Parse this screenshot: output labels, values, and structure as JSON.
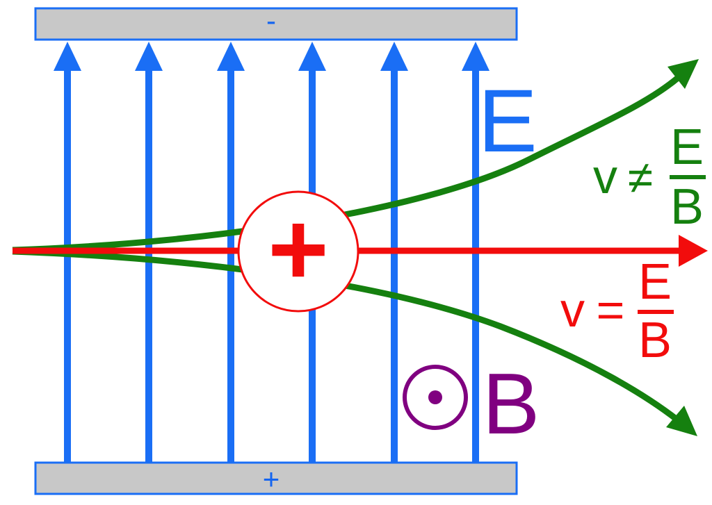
{
  "plates": {
    "top": {
      "sign": "-"
    },
    "bottom": {
      "sign": "+"
    }
  },
  "labels": {
    "electric_field": "E",
    "magnetic_field": "B",
    "charge_sign": "+",
    "deflected_velocity": {
      "lhs": "v",
      "relation": "≠",
      "numerator": "E",
      "denominator": "B"
    },
    "selected_velocity": {
      "lhs": "v",
      "relation": "=",
      "numerator": "E",
      "denominator": "B"
    }
  },
  "colors": {
    "field_lines": "#1a6ef5",
    "plate_fill": "#c8c8c8",
    "plate_border": "#1a6ef5",
    "straight_path": "#f20c0c",
    "deflected_paths": "#15800f",
    "magnetic": "#800080",
    "charge": "#f20c0c"
  },
  "icons": {
    "out_of_page": "dot-in-circle-icon",
    "field_arrow": "arrow-up-icon"
  }
}
